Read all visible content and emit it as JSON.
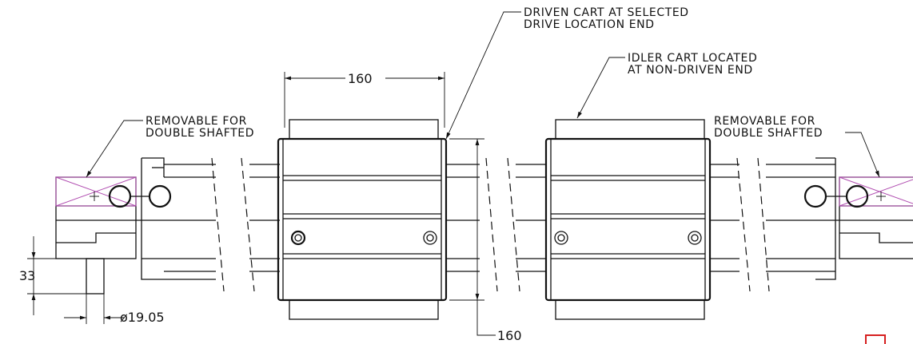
{
  "callouts": {
    "driven_cart": [
      "DRIVEN CART AT SELECTED",
      "DRIVE LOCATION END"
    ],
    "idler_cart": [
      "IDLER CART LOCATED",
      "AT NON-DRIVEN END"
    ],
    "removable_left": [
      "REMOVABLE FOR",
      "DOUBLE SHAFTED"
    ],
    "removable_right": [
      "REMOVABLE FOR",
      "DOUBLE SHAFTED"
    ]
  },
  "dimensions": {
    "cart_width": "160",
    "cart_height": "160",
    "shaft_length": "33",
    "shaft_diameter": "ø19.05"
  },
  "colors": {
    "line": "#111111",
    "hatch": "#b04cb0",
    "marker": "#d62020"
  }
}
